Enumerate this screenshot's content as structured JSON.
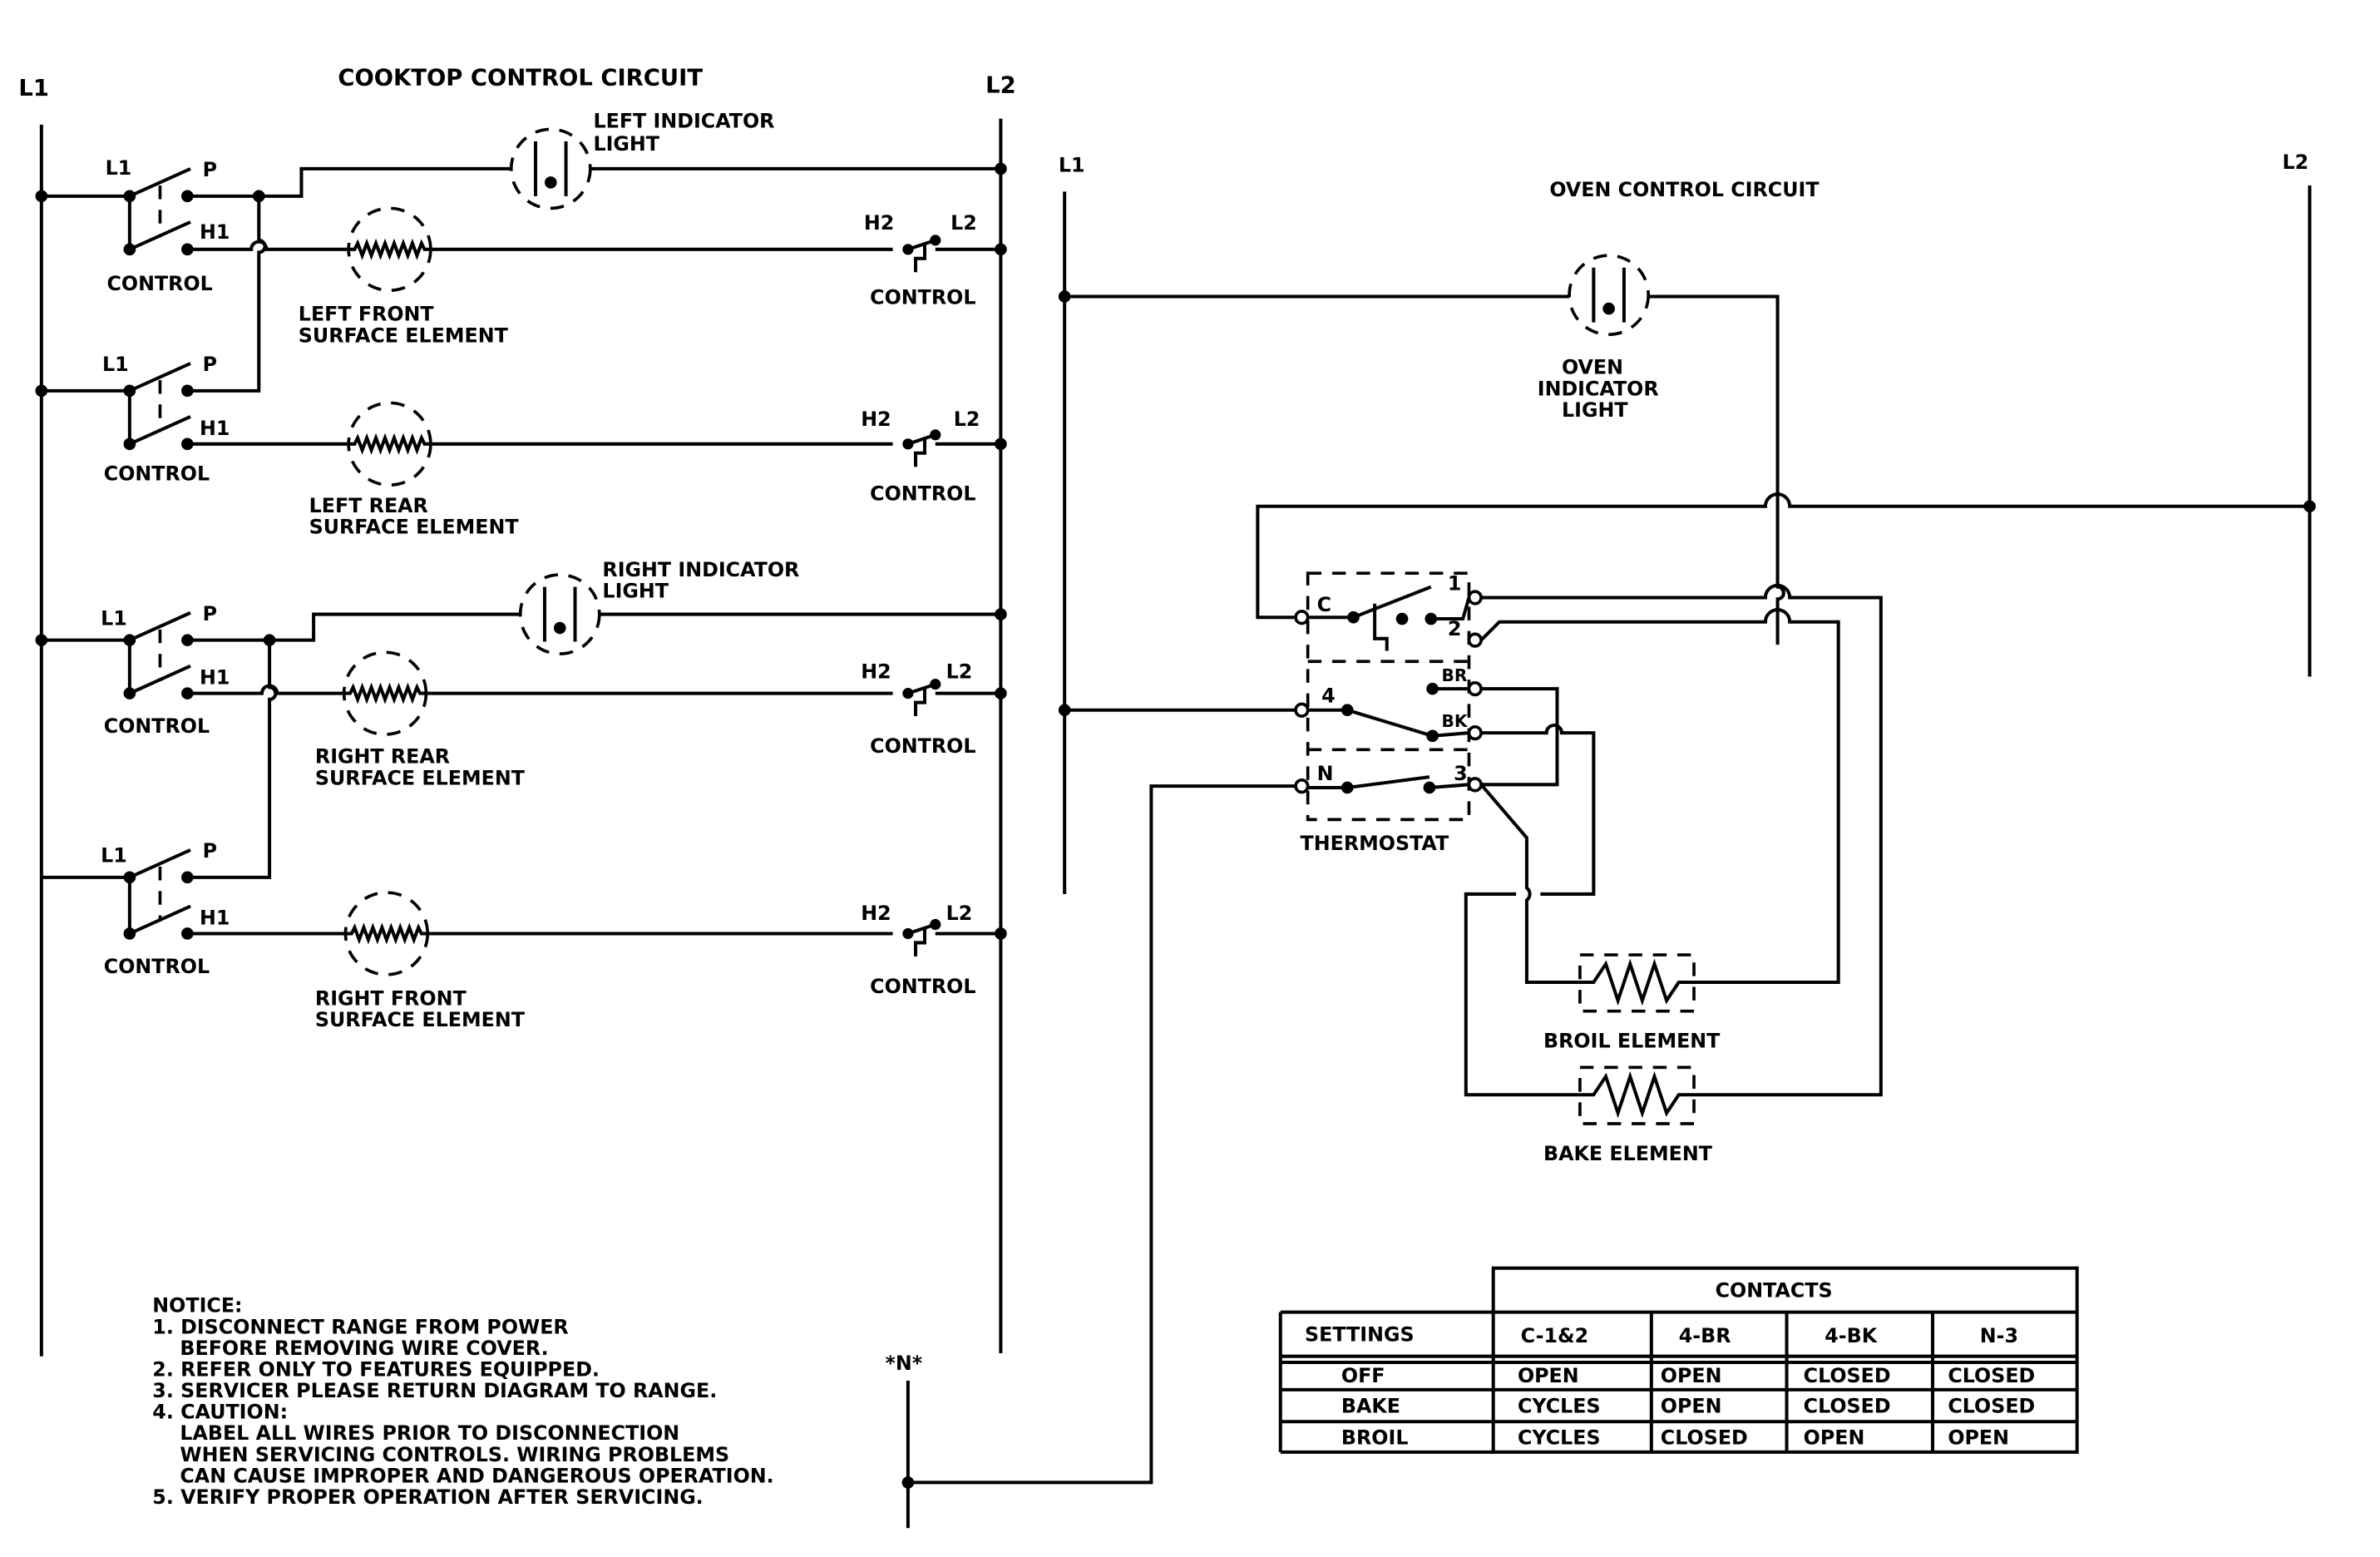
{
  "rails": {
    "cooktop_l1": "L1",
    "cooktop_l2": "L2",
    "oven_l1": "L1",
    "oven_l2": "L2",
    "neutral": "*N*"
  },
  "titles": {
    "cooktop": "COOKTOP CONTROL CIRCUIT",
    "oven": "OVEN CONTROL CIRCUIT"
  },
  "cooktop": {
    "switch_terms": {
      "l1": "L1",
      "p": "P",
      "h1": "H1",
      "h2": "H2",
      "l2": "L2"
    },
    "control_label": "CONTROL",
    "left_indicator": [
      "LEFT INDICATOR",
      "LIGHT"
    ],
    "right_indicator": [
      "RIGHT INDICATOR",
      "LIGHT"
    ],
    "elements": [
      [
        "LEFT FRONT",
        "SURFACE ELEMENT"
      ],
      [
        "LEFT REAR",
        "SURFACE ELEMENT"
      ],
      [
        "RIGHT REAR",
        "SURFACE ELEMENT"
      ],
      [
        "RIGHT FRONT",
        "SURFACE ELEMENT"
      ]
    ]
  },
  "oven": {
    "indicator": [
      "OVEN",
      "INDICATOR",
      "LIGHT"
    ],
    "thermostat": "THERMOSTAT",
    "terminals": {
      "c": "C",
      "t1": "1",
      "t2": "2",
      "t4": "4",
      "br": "BR",
      "bk": "BK",
      "n": "N",
      "t3": "3"
    },
    "broil": "BROIL ELEMENT",
    "bake": "BAKE ELEMENT"
  },
  "notice": [
    "NOTICE:",
    "1. DISCONNECT RANGE FROM POWER",
    "    BEFORE REMOVING WIRE COVER.",
    "2. REFER ONLY TO FEATURES EQUIPPED.",
    "3. SERVICER PLEASE RETURN DIAGRAM TO RANGE.",
    "4. CAUTION:",
    "    LABEL ALL WIRES PRIOR TO DISCONNECTION",
    "    WHEN SERVICING CONTROLS. WIRING PROBLEMS",
    "    CAN CAUSE IMPROPER AND DANGEROUS OPERATION.",
    "5. VERIFY PROPER OPERATION AFTER SERVICING."
  ],
  "contacts_table": {
    "group_header": "CONTACTS",
    "settings_header": "SETTINGS",
    "columns": [
      "C-1&2",
      "4-BR",
      "4-BK",
      "N-3"
    ],
    "rows": [
      {
        "setting": "OFF",
        "values": [
          "OPEN",
          "OPEN",
          "CLOSED",
          "CLOSED"
        ]
      },
      {
        "setting": "BAKE",
        "values": [
          "CYCLES",
          "OPEN",
          "CLOSED",
          "CLOSED"
        ]
      },
      {
        "setting": "BROIL",
        "values": [
          "CYCLES",
          "CLOSED",
          "OPEN",
          "OPEN"
        ]
      }
    ]
  }
}
